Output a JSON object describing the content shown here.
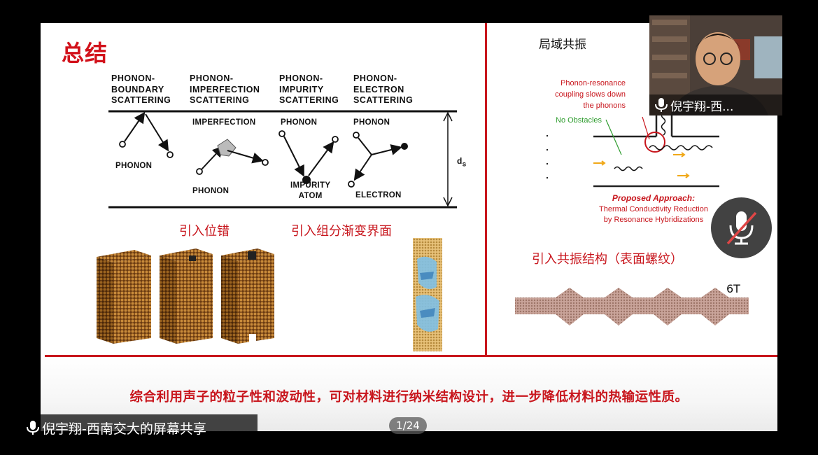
{
  "slide": {
    "title": "总结",
    "scattering_headers": [
      [
        "PHONON-",
        "BOUNDARY",
        "SCATTERING"
      ],
      [
        "PHONON-",
        "IMPERFECTION",
        "SCATTERING"
      ],
      [
        "PHONON-",
        "IMPURITY",
        "SCATTERING"
      ],
      [
        "PHONON-",
        "ELECTRON",
        "SCATTERING"
      ]
    ],
    "diagram_labels": {
      "phonon1": "PHONON",
      "imperfection": "IMPERFECTION",
      "phonon2": "PHONON",
      "phonon3": "PHONON",
      "impurity_atom": [
        "IMPURITY",
        "ATOM"
      ],
      "phonon4": "PHONON",
      "electron": "ELECTRON",
      "ds": "d",
      "ds_sub": "s"
    },
    "labels": {
      "dislocation": "引入位错",
      "graded_interface": "引入组分渐变界面",
      "resonance": "局域共振",
      "resonance_structure": "引入共振结构（表面螺纹）",
      "six_t": "6T"
    },
    "resonance_notes": {
      "coupling": [
        "Phonon-resonance",
        "coupling slows down",
        "the phonons"
      ],
      "no_obstacles": "No Obstacles",
      "proposed_title": "Proposed Approach:",
      "proposed_lines": [
        "Thermal Conductivity Reduction",
        "by Resonance Hybridizations"
      ]
    },
    "summary": "综合利用声子的粒子性和波动性，可对材料进行纳米结构设计，进一步降低材料的热输运性质。"
  },
  "participant": {
    "name": "倪宇翔-西..."
  },
  "share": {
    "label": "倪宇翔-西南交大的屏幕共享",
    "page_indicator": "1/24"
  },
  "colors": {
    "accent_red": "#c8161d",
    "note_green": "#2e9c2e",
    "arrow_orange": "#f0a818",
    "slide_bg": "#ffffff"
  }
}
